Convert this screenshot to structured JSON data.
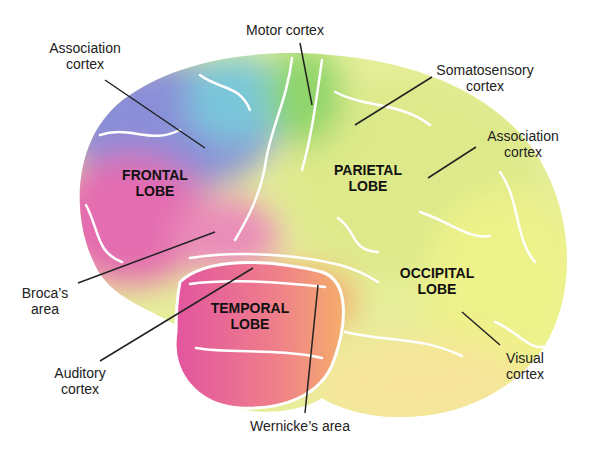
{
  "diagram": {
    "labels": [
      "Association cortex",
      "Motor cortex",
      "Somatosensory cortex",
      "Association cortex",
      "FRONTAL LOBE",
      "PARIETAL LOBE",
      "OCCIPITAL LOBE",
      "TEMPORAL LOBE",
      "Broca’s area",
      "Auditory cortex",
      "Wernicke’s area",
      "Visual cortex"
    ]
  }
}
